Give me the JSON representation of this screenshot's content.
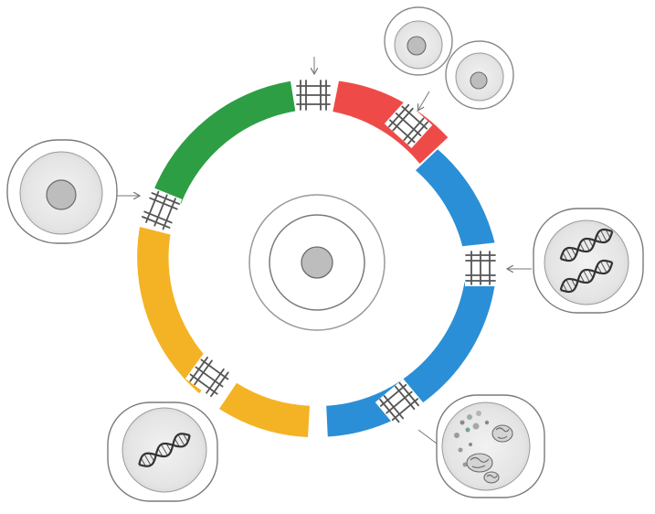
{
  "diagram": {
    "colors": {
      "green": "#2e9e44",
      "red": "#ee4b48",
      "blue": "#2a8fd6",
      "yellow": "#f4b325",
      "outline": "#555555",
      "cell_fill": "#e6e6e6",
      "nucleus_fill": "#bdbdbd"
    },
    "segments": [
      {
        "id": "green",
        "color": "#2e9e44"
      },
      {
        "id": "red",
        "color": "#ee4b48"
      },
      {
        "id": "blue-upper",
        "color": "#2a8fd6"
      },
      {
        "id": "blue-lower",
        "color": "#2a8fd6"
      },
      {
        "id": "yellow-lower",
        "color": "#f4b325"
      },
      {
        "id": "yellow-left",
        "color": "#f4b325"
      }
    ],
    "checkpoints": [
      {
        "id": "top-gate"
      },
      {
        "id": "red-gate"
      },
      {
        "id": "right-gate"
      },
      {
        "id": "lower-right-gate"
      },
      {
        "id": "lower-left-gate"
      },
      {
        "id": "upper-left-gate"
      }
    ],
    "cells": [
      {
        "id": "center-cell",
        "icon": "nucleus-icon"
      },
      {
        "id": "dividing-cells",
        "icon": "two-daughter-cells-icon"
      },
      {
        "id": "left-cell",
        "icon": "nucleus-icon"
      },
      {
        "id": "duplicated-dna-cell",
        "icon": "double-dna-helix-icon"
      },
      {
        "id": "dna-cell",
        "icon": "dna-helix-icon"
      },
      {
        "id": "condensing-cell",
        "icon": "chromatin-granules-icon"
      }
    ]
  }
}
